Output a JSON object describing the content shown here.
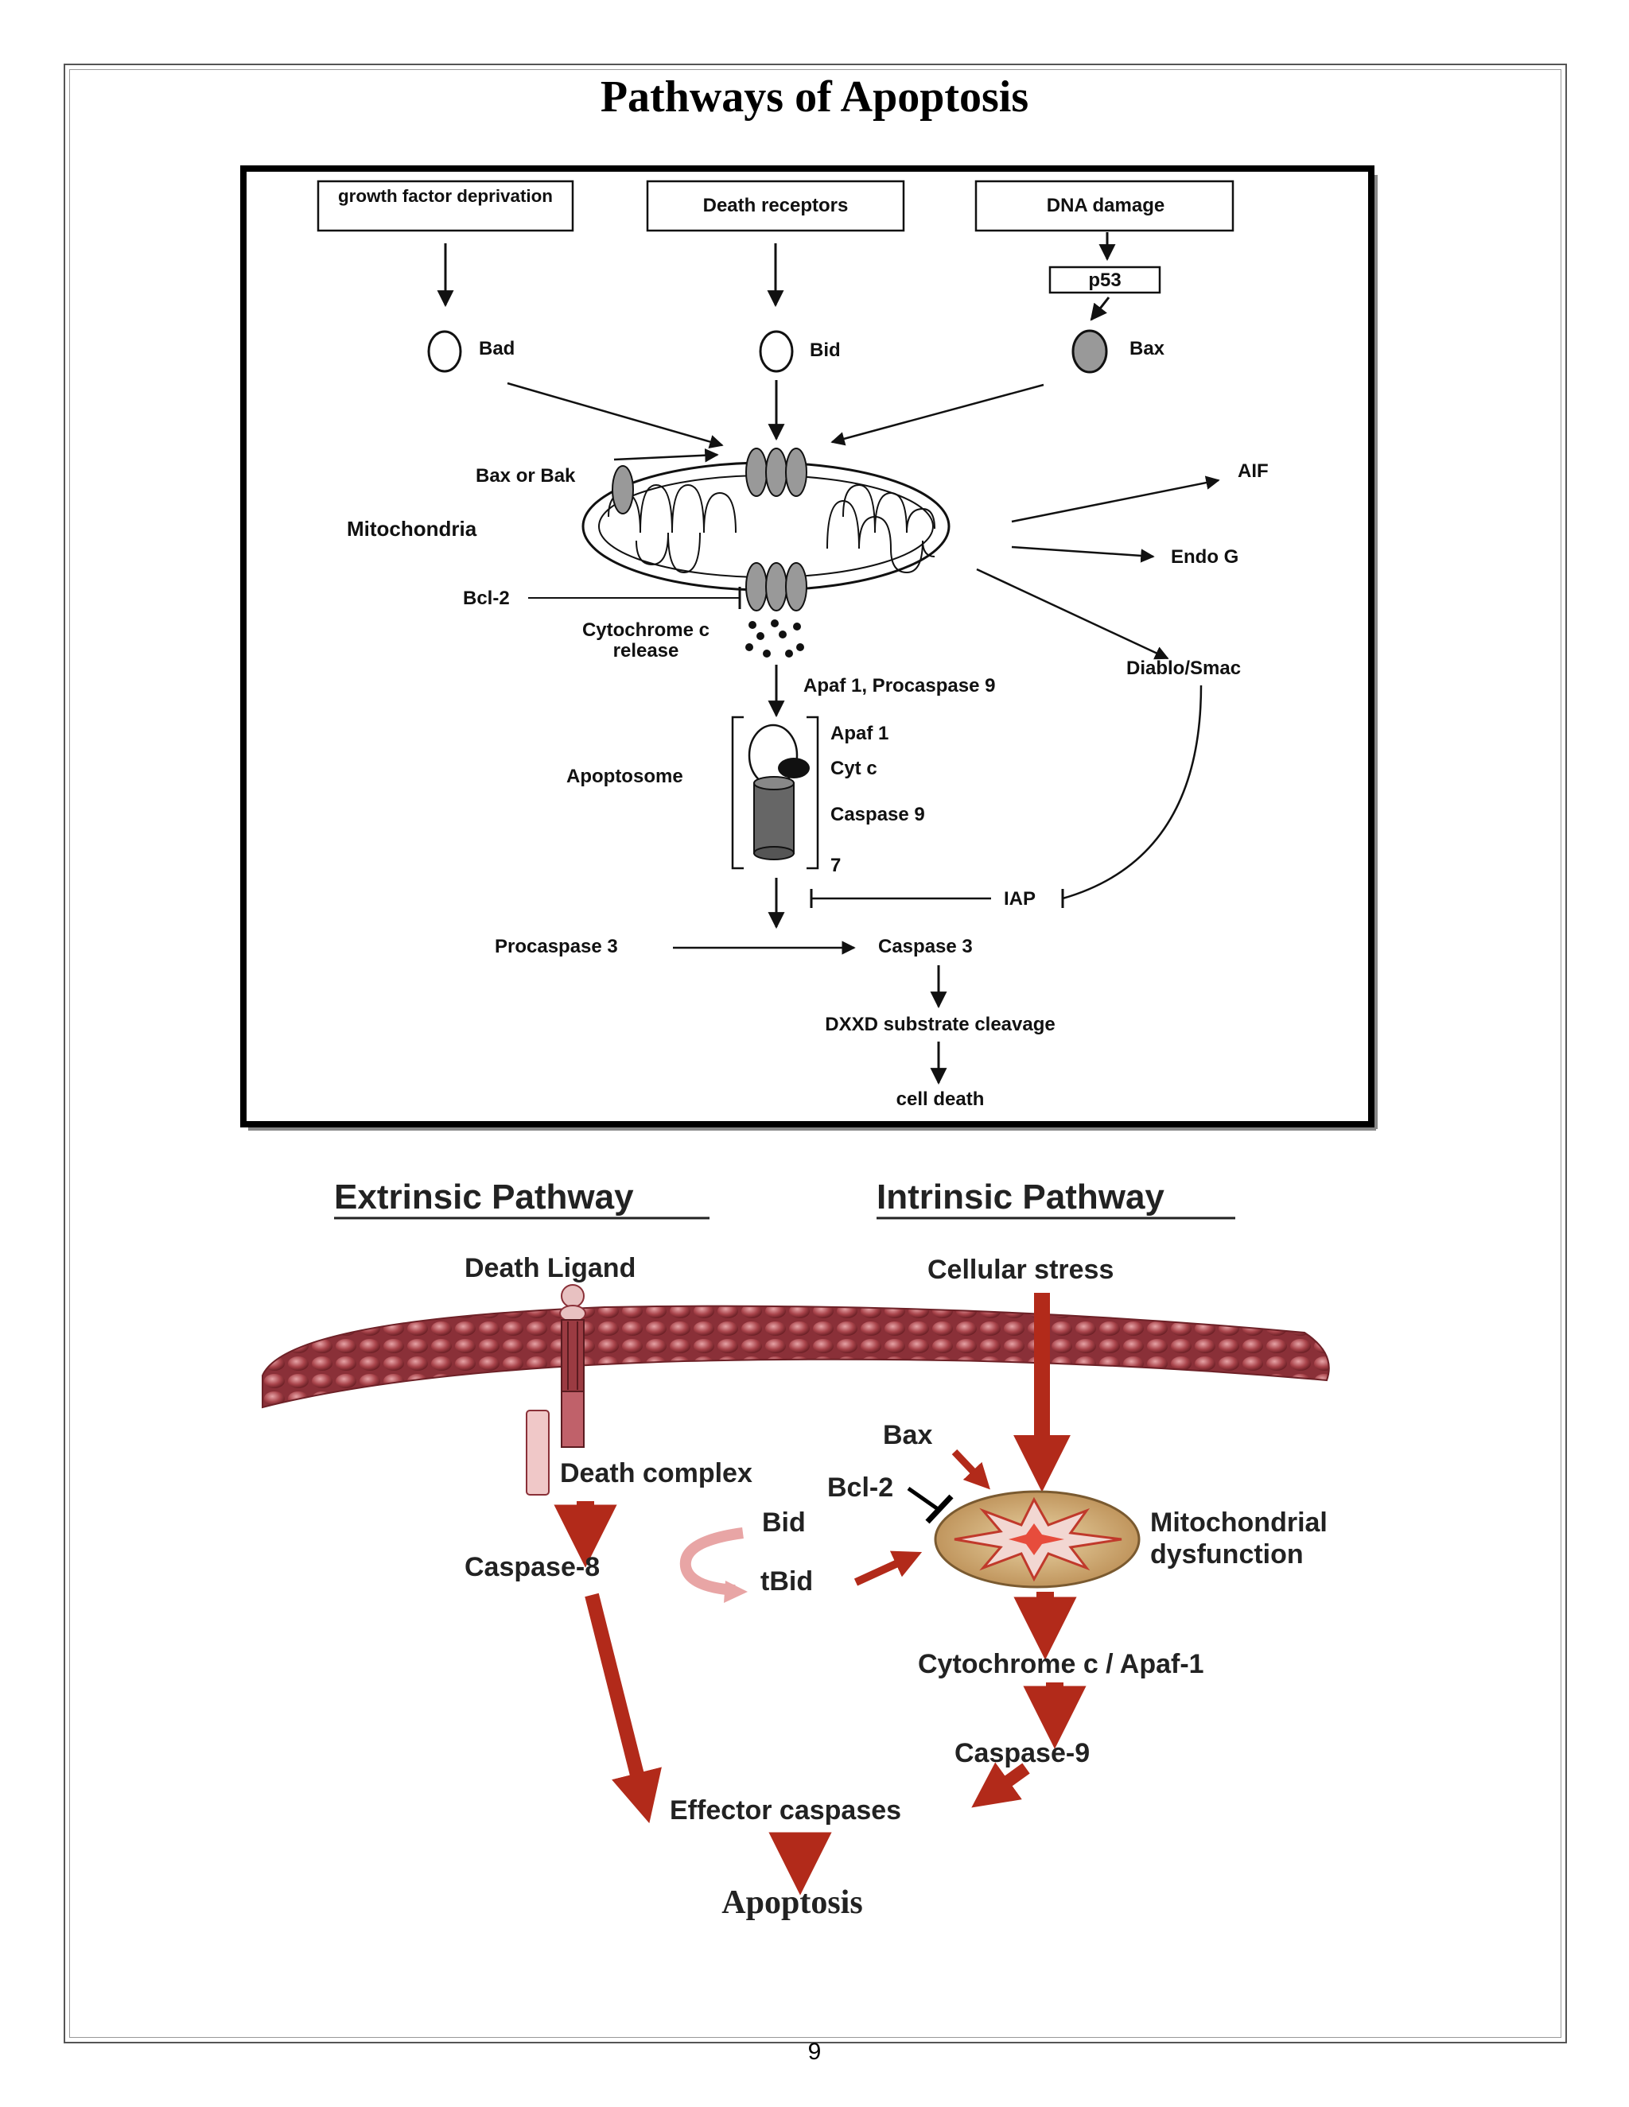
{
  "page": {
    "title": "Pathways of Apoptosis",
    "page_number": "9"
  },
  "top_diagram": {
    "inputs": {
      "growth_factor": "growth factor deprivation",
      "death_receptors": "Death receptors",
      "dna_damage": "DNA damage",
      "p53": "p53"
    },
    "proteins": {
      "bad": "Bad",
      "bid": "Bid",
      "bax": "Bax",
      "bax_or_bak": "Bax or Bak",
      "bcl2": "Bcl-2"
    },
    "mitochondria_label": "Mitochondria",
    "released": {
      "aif": "AIF",
      "endo_g": "Endo G",
      "diablo_smac": "Diablo/Smac"
    },
    "cytochrome_release": {
      "line1": "Cytochrome c",
      "line2": "release"
    },
    "apaf_procaspase": "Apaf 1, Procaspase 9",
    "apoptosome": {
      "label": "Apoptosome",
      "apaf1": "Apaf 1",
      "cytc": "Cyt c",
      "caspase9": "Caspase 9",
      "count": "7"
    },
    "iap": "IAP",
    "procaspase3": "Procaspase 3",
    "caspase3": "Caspase 3",
    "dxxd": "DXXD substrate cleavage",
    "cell_death": "cell death"
  },
  "bottom_diagram": {
    "extrinsic_title": "Extrinsic Pathway",
    "intrinsic_title": "Intrinsic Pathway",
    "death_ligand": "Death Ligand",
    "cellular_stress": "Cellular stress",
    "bax": "Bax",
    "bcl2": "Bcl-2",
    "death_complex": "Death complex",
    "caspase8": "Caspase-8",
    "bid": "Bid",
    "tbid": "tBid",
    "mito_dysfunction": {
      "line1": "Mitochondrial",
      "line2": "dysfunction"
    },
    "cytc_apaf": "Cytochrome c / Apaf-1",
    "caspase9": "Caspase-9",
    "effector": "Effector caspases",
    "apoptosis": "Apoptosis",
    "colors": {
      "arrow": "#b22a1a",
      "membrane": "#a8434a",
      "mito": "#c9a56e"
    }
  }
}
